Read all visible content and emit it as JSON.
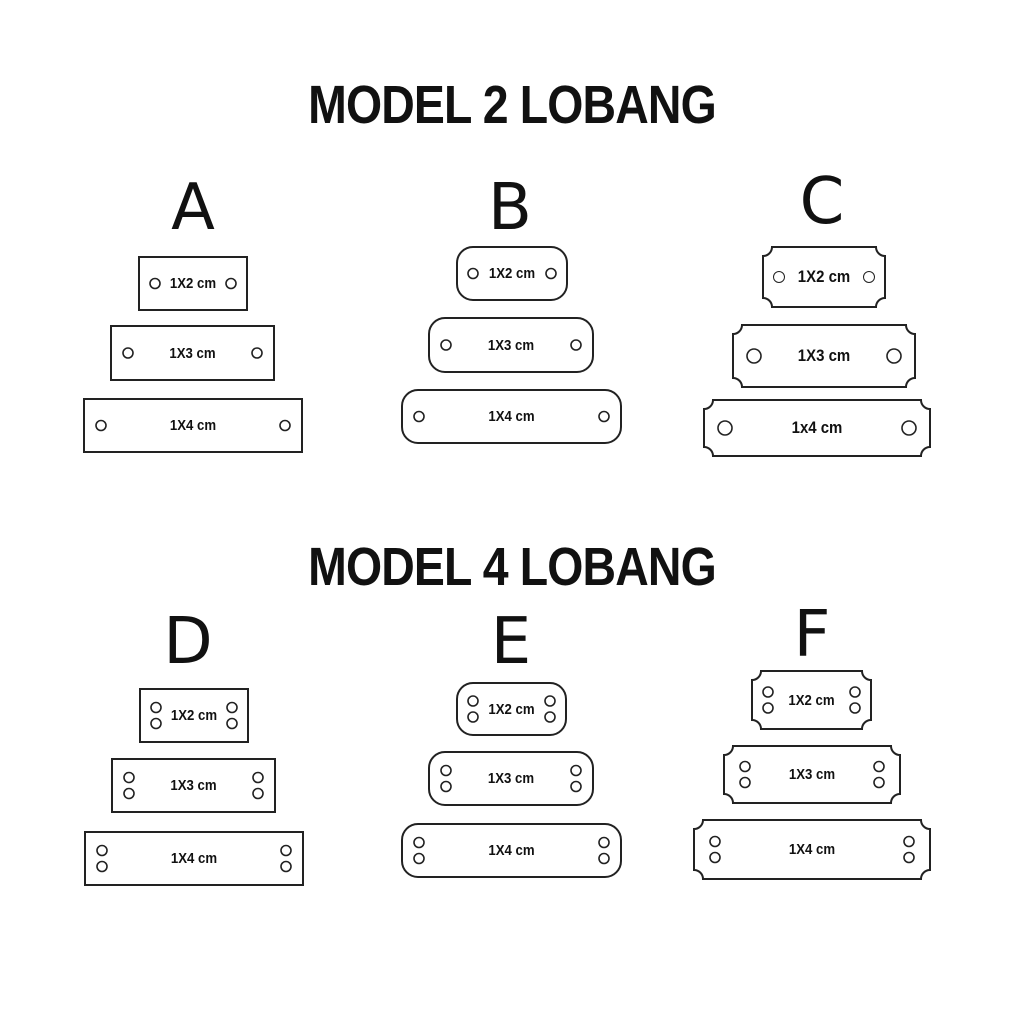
{
  "headings": {
    "model_2": "MODEL 2 LOBANG",
    "model_4": "MODEL 4 LOBANG"
  },
  "models": [
    {
      "letter": "A",
      "shape": "rectangle",
      "holes": 2,
      "plates": [
        {
          "label": "1X2 cm"
        },
        {
          "label": "1X3 cm"
        },
        {
          "label": "1X4 cm"
        }
      ]
    },
    {
      "letter": "B",
      "shape": "rounded",
      "holes": 2,
      "plates": [
        {
          "label": "1X2 cm"
        },
        {
          "label": "1X3 cm"
        },
        {
          "label": "1X4 cm"
        }
      ]
    },
    {
      "letter": "C",
      "shape": "notched-corners",
      "holes": 2,
      "plates": [
        {
          "label": "1X2 cm"
        },
        {
          "label": "1X3 cm"
        },
        {
          "label": "1x4 cm"
        }
      ]
    },
    {
      "letter": "D",
      "shape": "rectangle",
      "holes": 4,
      "plates": [
        {
          "label": "1X2 cm"
        },
        {
          "label": "1X3 cm"
        },
        {
          "label": "1X4 cm"
        }
      ]
    },
    {
      "letter": "E",
      "shape": "rounded",
      "holes": 4,
      "plates": [
        {
          "label": "1X2 cm"
        },
        {
          "label": "1X3 cm"
        },
        {
          "label": "1X4 cm"
        }
      ]
    },
    {
      "letter": "F",
      "shape": "notched-corners",
      "holes": 4,
      "plates": [
        {
          "label": "1X2 cm"
        },
        {
          "label": "1X3 cm"
        },
        {
          "label": "1X4 cm"
        }
      ]
    }
  ],
  "colors": {
    "outline": "#222222",
    "background": "#ffffff"
  }
}
